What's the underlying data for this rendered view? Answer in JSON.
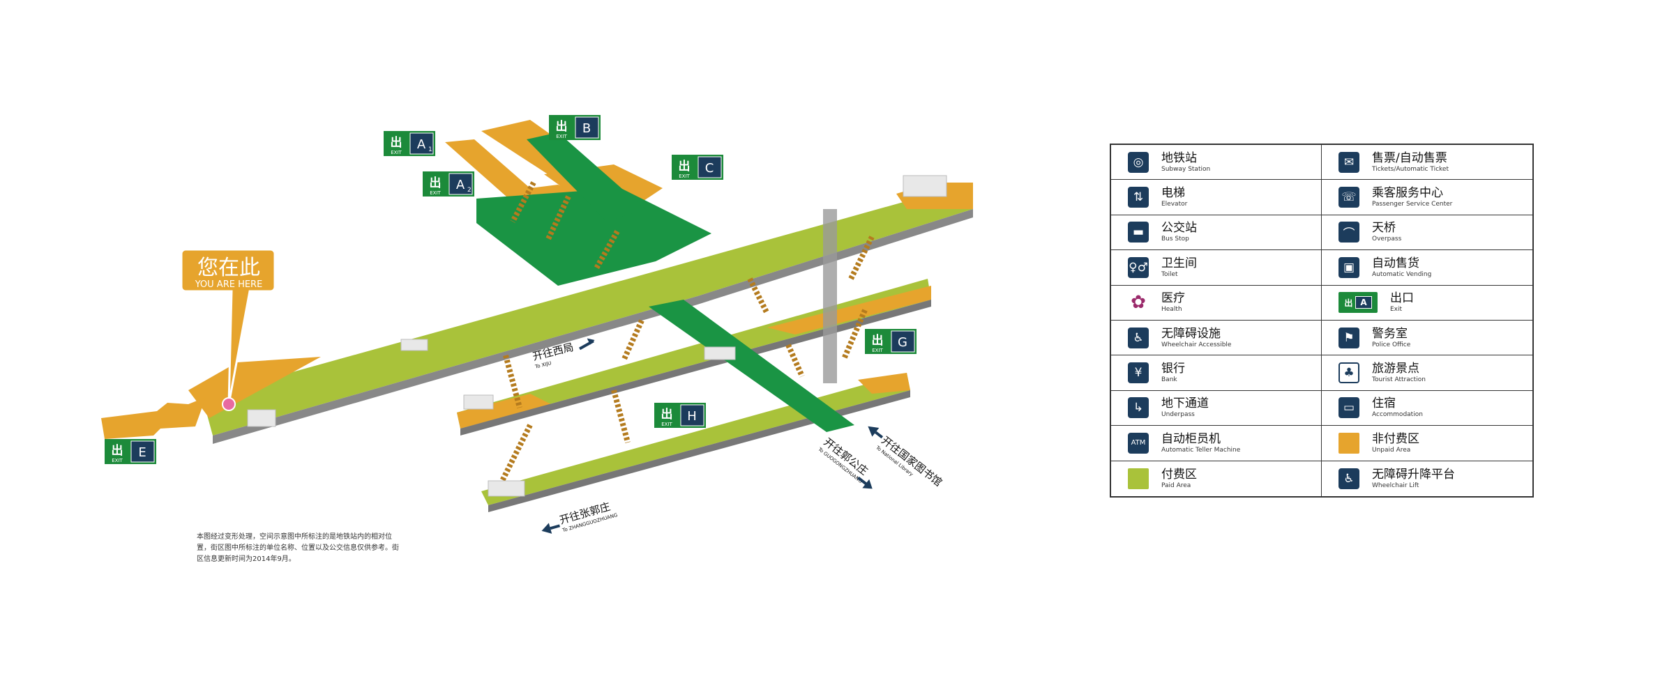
{
  "you_are_here": {
    "zh": "您在此",
    "en": "YOU ARE HERE"
  },
  "colors": {
    "paid": "#a9c23a",
    "unpaid": "#e6a42d",
    "underpass": "#1a9444",
    "exit": "#1c8a3a",
    "icon": "#1c3c5c"
  },
  "exits": [
    {
      "letter": "A1",
      "label": "A",
      "sub": "1"
    },
    {
      "letter": "A2",
      "label": "A",
      "sub": "2"
    },
    {
      "letter": "B",
      "label": "B",
      "sub": ""
    },
    {
      "letter": "C",
      "label": "C",
      "sub": ""
    },
    {
      "letter": "E",
      "label": "E",
      "sub": ""
    },
    {
      "letter": "G",
      "label": "G",
      "sub": ""
    },
    {
      "letter": "H",
      "label": "H",
      "sub": ""
    }
  ],
  "exit_word": "EXIT",
  "exit_glyph": "出",
  "directions": {
    "xiju": {
      "zh": "开往西局",
      "en": "To XIJU"
    },
    "zhangguozhuang": {
      "zh": "开往张郭庄",
      "en": "To ZHANGGUOZHUANG"
    },
    "guogongzhuang": {
      "zh": "开往郭公庄",
      "en": "To GUOGONGZHUANG"
    },
    "national_library": {
      "zh": "开往国家图书馆",
      "en": "To National Library"
    }
  },
  "note": "本图经过变形处理，空间示意图中所标注的是地铁站内的相对位置，街区图中所标注的单位名称、位置以及公交信息仅供参考。街区信息更新时间为2014年9月。",
  "legend": [
    {
      "icon": "subway-station-icon",
      "glyph": "◎",
      "zh": "地铁站",
      "en": "Subway Station"
    },
    {
      "icon": "ticket-icon",
      "glyph": "✉",
      "zh": "售票/自动售票",
      "en": "Tickets/Automatic Ticket"
    },
    {
      "icon": "elevator-icon",
      "glyph": "⇅",
      "zh": "电梯",
      "en": "Elevator"
    },
    {
      "icon": "service-center-icon",
      "glyph": "☏",
      "zh": "乘客服务中心",
      "en": "Passenger Service Center"
    },
    {
      "icon": "bus-icon",
      "glyph": "▬",
      "zh": "公交站",
      "en": "Bus Stop"
    },
    {
      "icon": "overpass-icon",
      "glyph": "⌒",
      "zh": "天桥",
      "en": "Overpass"
    },
    {
      "icon": "toilet-icon",
      "glyph": "♀♂",
      "zh": "卫生间",
      "en": "Toilet"
    },
    {
      "icon": "vending-icon",
      "glyph": "▣",
      "zh": "自动售货",
      "en": "Automatic Vending"
    },
    {
      "icon": "health-icon",
      "glyph": "✿",
      "zh": "医疗",
      "en": "Health"
    },
    {
      "icon": "exit-icon",
      "glyph": "出",
      "zh": "出口",
      "en": "Exit",
      "kind": "exit",
      "letter": "A"
    },
    {
      "icon": "wheelchair-icon",
      "glyph": "♿",
      "zh": "无障碍设施",
      "en": "Wheelchair Accessible"
    },
    {
      "icon": "police-icon",
      "glyph": "⚑",
      "zh": "警务室",
      "en": "Police Office"
    },
    {
      "icon": "bank-icon",
      "glyph": "¥",
      "zh": "银行",
      "en": "Bank"
    },
    {
      "icon": "tourist-icon",
      "glyph": "♣",
      "zh": "旅游景点",
      "en": "Tourist Attraction",
      "kind": "tourist"
    },
    {
      "icon": "underpass-icon",
      "glyph": "↳",
      "zh": "地下通道",
      "en": "Underpass"
    },
    {
      "icon": "accommodation-icon",
      "glyph": "▭",
      "zh": "住宿",
      "en": "Accommodation"
    },
    {
      "icon": "atm-icon",
      "glyph": "ATM",
      "zh": "自动柜员机",
      "en": "Automatic Teller Machine"
    },
    {
      "icon": "unpaid-area-swatch-icon",
      "glyph": "",
      "zh": "非付费区",
      "en": "Unpaid Area",
      "kind": "swatch-unpaid"
    },
    {
      "icon": "paid-area-swatch-icon",
      "glyph": "",
      "zh": "付费区",
      "en": "Paid Area",
      "kind": "swatch-paid"
    },
    {
      "icon": "wheelchair-lift-icon",
      "glyph": "♿",
      "zh": "无障碍升降平台",
      "en": "Wheelchair Lift"
    }
  ]
}
